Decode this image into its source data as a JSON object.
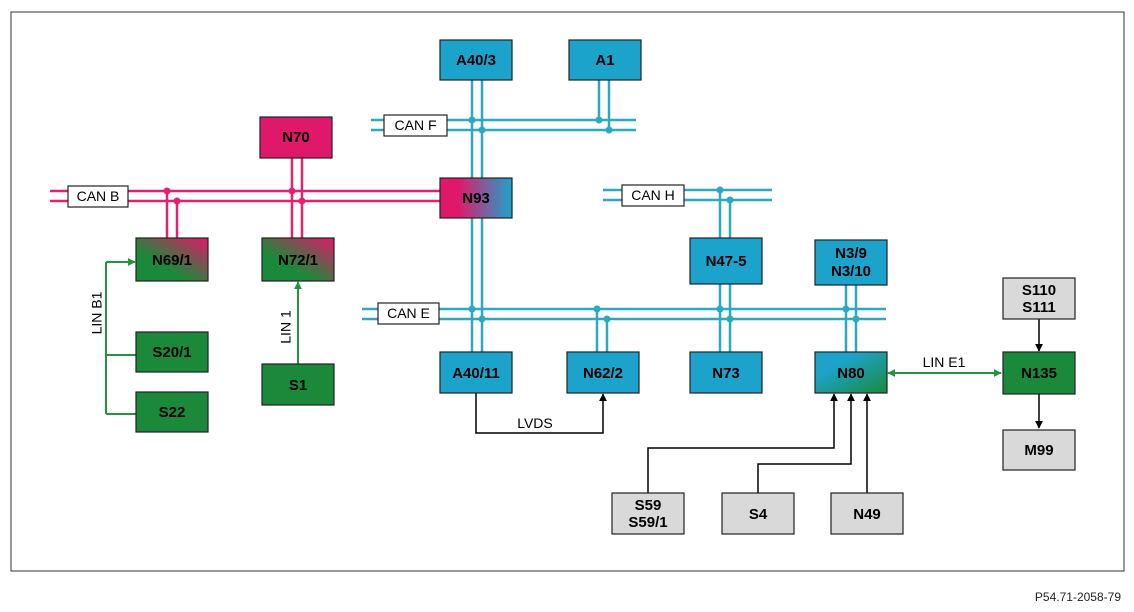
{
  "colors": {
    "can_teal": "#2aa9c0",
    "can_b_pink": "#e3216f",
    "lin_green": "#22943e",
    "wire_black": "#000000",
    "box_blue": "#1ca3cc",
    "box_pink": "#e0186a",
    "box_green": "#1a8a3a",
    "box_grey": "#d9d9d9"
  },
  "buses": {
    "can_f": "CAN F",
    "can_b": "CAN B",
    "can_h": "CAN H",
    "can_e": "CAN E"
  },
  "links": {
    "lin_b1": "LIN B1",
    "lin_1": "LIN 1",
    "lvds": "LVDS",
    "lin_e1": "LIN E1"
  },
  "modules": {
    "a40_3": "A40/3",
    "a1": "A1",
    "n70": "N70",
    "n93": "N93",
    "n69_1": "N69/1",
    "n72_1": "N72/1",
    "s20_1": "S20/1",
    "s22": "S22",
    "s1": "S1",
    "n47_5": "N47-5",
    "n3_9": "N3/9",
    "n3_10": "N3/10",
    "a40_11": "A40/11",
    "n62_2": "N62/2",
    "n73": "N73",
    "n80": "N80",
    "s110": "S110",
    "s111": "S111",
    "n135": "N135",
    "m99": "M99",
    "s59": "S59",
    "s59_1": "S59/1",
    "s4": "S4",
    "n49": "N49"
  },
  "reference": "P54.71-2058-79"
}
